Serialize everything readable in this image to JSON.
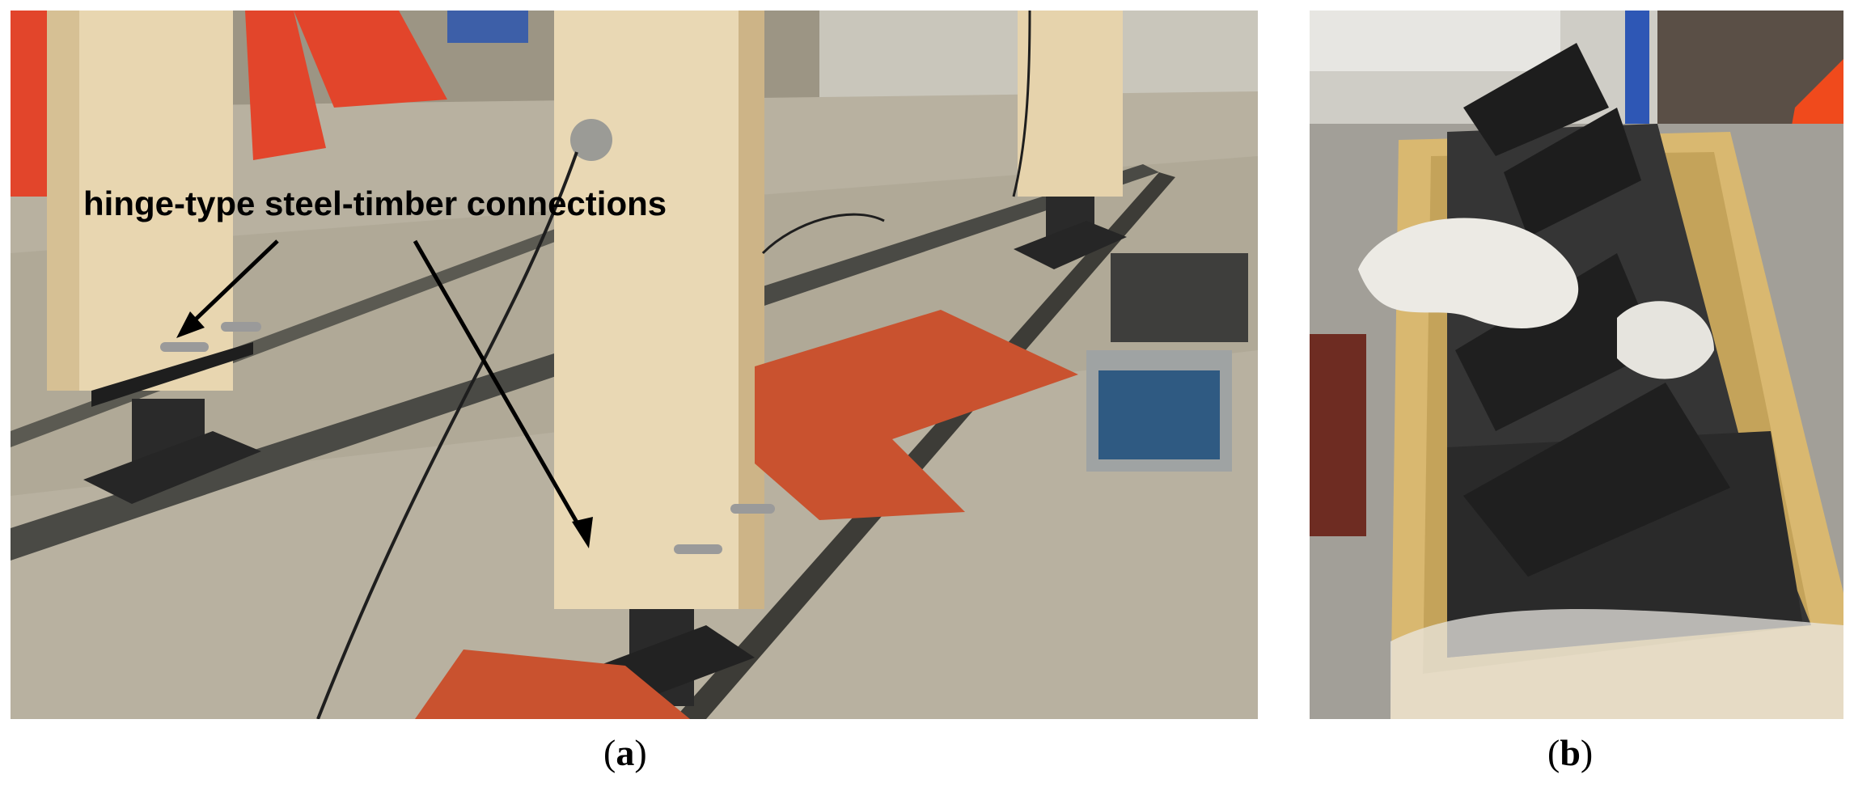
{
  "panel_a": {
    "annotation": "hinge-type steel-timber connections",
    "caption_open": "(",
    "caption_letter": "a",
    "caption_close": ")"
  },
  "panel_b": {
    "caption_open": "(",
    "caption_letter": "b",
    "caption_close": ")"
  },
  "colors": {
    "timber": "#e6d3ac",
    "floor": "#b4ae9d",
    "red_frame": "#e2452b",
    "pad": "#c9522f",
    "steel": "#2b2b2b",
    "pallet": "#d9b870"
  }
}
